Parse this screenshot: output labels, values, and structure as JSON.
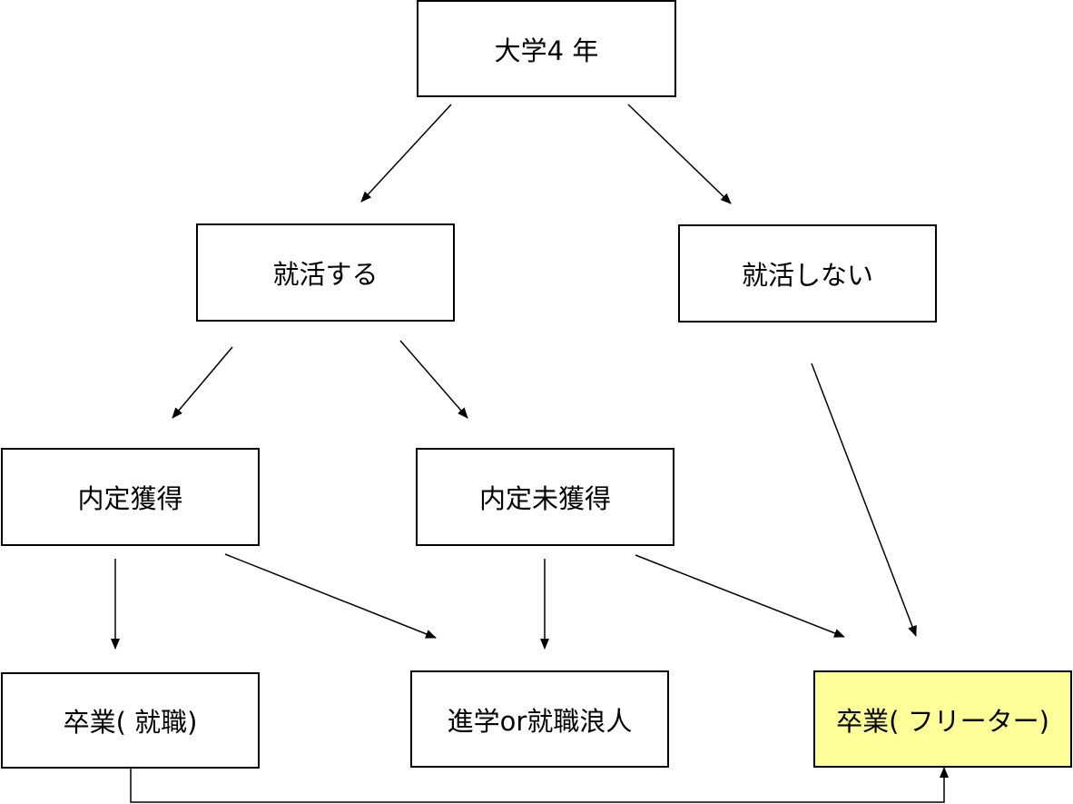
{
  "diagram": {
    "nodes": {
      "univ": "大学4 年",
      "job_hunt": "就活する",
      "no_job_hunt": "就活しない",
      "offer": "内定獲得",
      "no_offer": "内定未獲得",
      "employed": "卒業( 就職)",
      "further": "進学or就職浪人",
      "freeter": "卒業( フリーター)"
    },
    "edges": [
      {
        "from": "大学4 年",
        "to": "就活する"
      },
      {
        "from": "大学4 年",
        "to": "就活しない"
      },
      {
        "from": "就活する",
        "to": "内定獲得"
      },
      {
        "from": "就活する",
        "to": "内定未獲得"
      },
      {
        "from": "就活しない",
        "to": "卒業( フリーター)"
      },
      {
        "from": "内定獲得",
        "to": "卒業( 就職)"
      },
      {
        "from": "内定獲得",
        "to": "進学or就職浪人"
      },
      {
        "from": "内定未獲得",
        "to": "進学or就職浪人"
      },
      {
        "from": "内定未獲得",
        "to": "卒業( フリーター)"
      },
      {
        "from": "卒業( 就職)",
        "to": "卒業( フリーター)"
      }
    ],
    "colors": {
      "highlight": "#ffff99",
      "stroke": "#000000"
    }
  }
}
